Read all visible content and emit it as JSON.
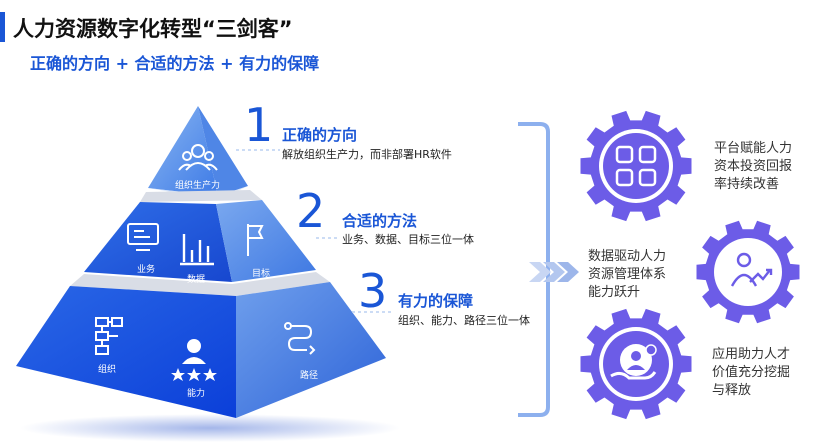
{
  "header": {
    "title": "人力资源数字化转型“三剑客”",
    "subtitle": "正确的方向 + 合适的方法 + 有力的保障"
  },
  "pyramid": {
    "top": {
      "label": "组织生产力",
      "icon": "people-group-icon"
    },
    "middle": [
      {
        "label": "业务",
        "icon": "monitor-icon"
      },
      {
        "label": "数据",
        "icon": "bar-chart-icon"
      },
      {
        "label": "目标",
        "icon": "flag-icon"
      }
    ],
    "bottom": [
      {
        "label": "组织",
        "icon": "org-structure-icon"
      },
      {
        "label": "能力",
        "icon": "person-stars-icon"
      },
      {
        "label": "路径",
        "icon": "path-route-icon"
      }
    ]
  },
  "levels": [
    {
      "number": "1",
      "title": "正确的方向",
      "desc": "解放组织生产力，而非部署HR软件"
    },
    {
      "number": "2",
      "title": "合适的方法",
      "desc": "业务、数据、目标三位一体"
    },
    {
      "number": "3",
      "title": "有力的保障",
      "desc": "组织、能力、路径三位一体"
    }
  ],
  "middle": {
    "lines": [
      "数据驱动人力",
      "资源管理体系",
      "能力跃升"
    ]
  },
  "gears": [
    {
      "icon": "grid-apps-icon",
      "lines": [
        "平台赋能人力",
        "资本投资回报",
        "率持续改善"
      ]
    },
    {
      "icon": "people-growth-icon",
      "lines": []
    },
    {
      "icon": "hand-coin-person-icon",
      "lines": [
        "应用助力人才",
        "价值充分挖掘",
        "与释放"
      ]
    }
  ],
  "colors": {
    "accent": "#1a56d6",
    "gear": "#6c5ce7",
    "pyramid_dark": "#0b3fd9",
    "pyramid_light": "#5b93ea"
  }
}
